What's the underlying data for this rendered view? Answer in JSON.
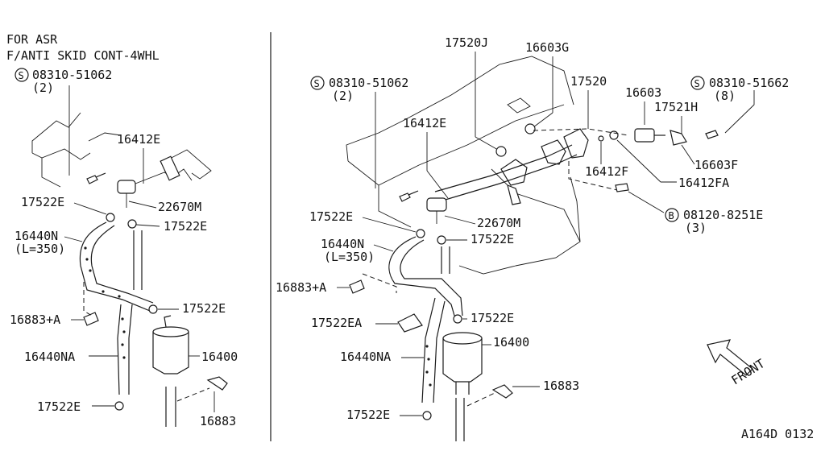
{
  "left_panel": {
    "header_line1": "FOR ASR",
    "header_line2": "F/ANTI SKID CONT-4WHL",
    "callouts": {
      "s_bolt": {
        "symbol": "S",
        "code": "08310-51062",
        "qty": "(2)"
      },
      "p16412E": "16412E",
      "p17522E_a": "17522E",
      "p22670M": "22670M",
      "p17522E_b": "17522E",
      "p16440N": "16440N",
      "p16440N_len": "(L=350)",
      "p17522E_c": "17522E",
      "p16883A": "16883+A",
      "p16440NA": "16440NA",
      "p16400": "16400",
      "p17522E_d": "17522E",
      "p16883": "16883"
    }
  },
  "right_panel": {
    "callouts": {
      "p17520J": "17520J",
      "p16603G": "16603G",
      "s_bolt_a": {
        "symbol": "S",
        "code": "08310-51062",
        "qty": "(2)"
      },
      "p17520": "17520",
      "p16603": "16603",
      "s_bolt_b": {
        "symbol": "S",
        "code": "08310-51662",
        "qty": "(8)"
      },
      "p17521H": "17521H",
      "p16412E": "16412E",
      "p16603F": "16603F",
      "p16412F": "16412F",
      "p16412FA": "16412FA",
      "b_bolt": {
        "symbol": "B",
        "code": "08120-8251E",
        "qty": "(3)"
      },
      "p17522E_a": "17522E",
      "p22670M": "22670M",
      "p16440N": "16440N",
      "p16440N_len": "(L=350)",
      "p17522E_b": "17522E",
      "p16883A": "16883+A",
      "p17522E_c": "17522E",
      "p17522EA": "17522EA",
      "p16400": "16400",
      "p16440NA": "16440NA",
      "p16883": "16883",
      "p17522E_d": "17522E"
    },
    "front_label": "FRONT"
  },
  "diagram_code": "A164D 0132"
}
